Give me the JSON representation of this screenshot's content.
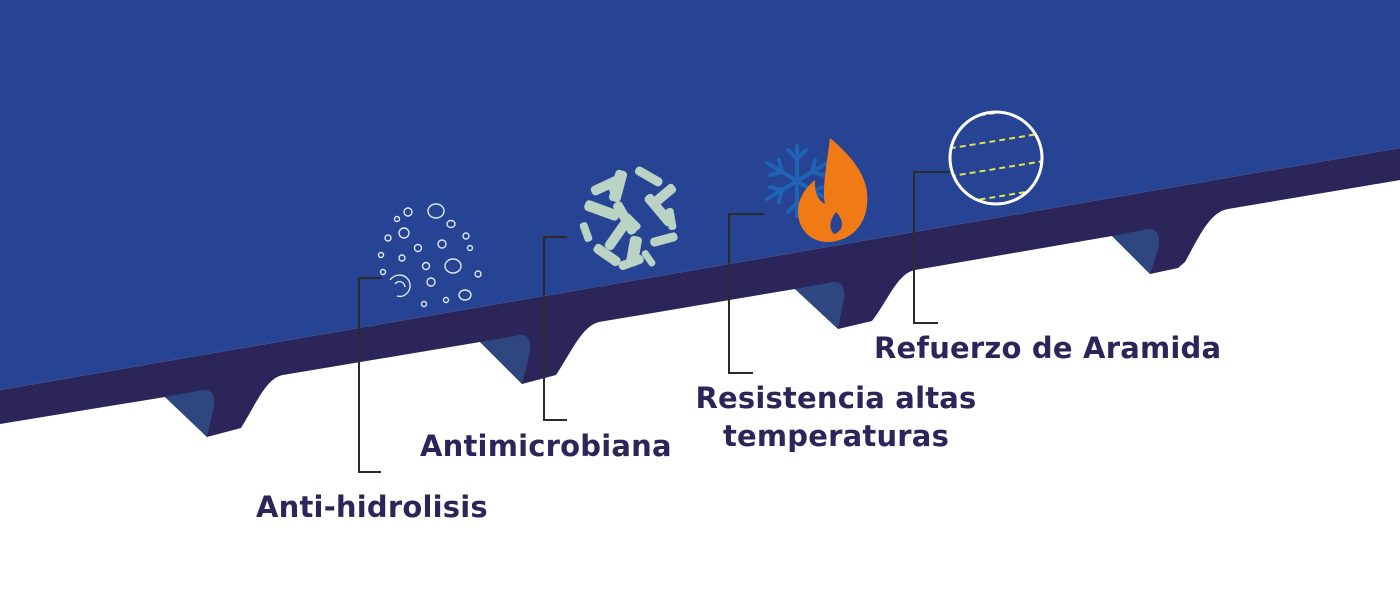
{
  "features": [
    {
      "label": "Anti-hidrolisis",
      "icon": "water-droplets-icon"
    },
    {
      "label": "Antimicrobiana",
      "icon": "microbe-icon"
    },
    {
      "label_line1": "Resistencia altas",
      "label_line2": "temperaturas",
      "icon": "snowflake-flame-icon"
    },
    {
      "label": "Refuerzo de Aramida",
      "icon": "aramid-fiber-icon"
    }
  ],
  "colors": {
    "belt_blue": "#264493",
    "belt_dark": "#2b2559",
    "tooth_face": "#2f4780",
    "label_text": "#2b2559",
    "leader_line": "#2b2b2b",
    "water": "#dde6f3",
    "microbe": "#b9d3c4",
    "snowflake": "#1f63b5",
    "flame": "#ef7a16",
    "fiber_line": "#e5e34a",
    "circle_ring": "#ffffff"
  }
}
